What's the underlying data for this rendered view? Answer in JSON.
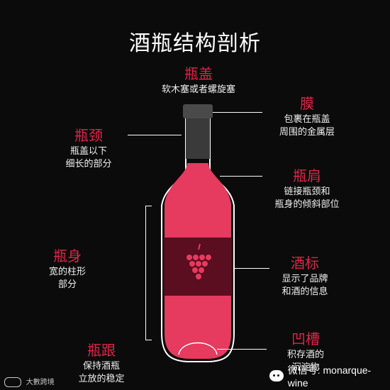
{
  "title": "酒瓶结构剖析",
  "accent_color": "#e0244a",
  "wine_color": "#e63a5e",
  "labels": {
    "cap": {
      "term": "瓶盖",
      "desc": [
        "软木塞或者螺旋塞"
      ]
    },
    "film": {
      "term": "膜",
      "desc": [
        "包裹在瓶盖",
        "周围的金属层"
      ]
    },
    "neck": {
      "term": "瓶颈",
      "desc": [
        "瓶盖以下",
        "细长的部分"
      ]
    },
    "shoulder": {
      "term": "瓶肩",
      "desc": [
        "链接瓶颈和",
        "瓶身的倾斜部位"
      ]
    },
    "body": {
      "term": "瓶身",
      "desc": [
        "宽的柱形",
        "部分"
      ]
    },
    "label": {
      "term": "酒标",
      "desc": [
        "显示了品牌",
        "和酒的信息"
      ]
    },
    "heel": {
      "term": "瓶跟",
      "desc": [
        "保持酒瓶",
        "立放的稳定"
      ]
    },
    "punt": {
      "term": "凹槽",
      "desc": [
        "积存酒的",
        "沉淀物"
      ]
    }
  },
  "footer": {
    "left_brand": "大數跨境",
    "wechat_text": "微信号: monarque-wine"
  },
  "icons": [
    "grape-icon",
    "wechat-icon",
    "brand-logo-icon"
  ]
}
